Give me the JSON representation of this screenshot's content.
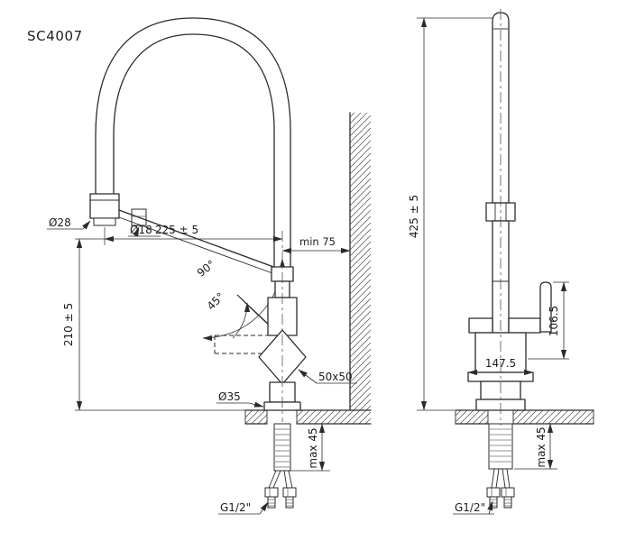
{
  "drawing": {
    "title": "SC4007",
    "colors": {
      "line": "#2b2b2b",
      "text": "#1c1c1c",
      "background": "#ffffff"
    },
    "side_view": {
      "spout_outlet_diameter": "Ø28",
      "spout_tube_diameter": "Ø18",
      "spout_reach": "225 ± 5",
      "wall_clearance": "min 75",
      "swivel_angle_full": "90°",
      "swivel_angle_half": "45°",
      "outlet_height": "210 ± 5",
      "base_diameter": "Ø35",
      "mounting_hole": "50x50",
      "max_counter_thickness": "max 45",
      "connection_thread": "G1/2\""
    },
    "front_view": {
      "total_height": "425 ± 5",
      "handle_height": "106.5",
      "base_width": "147.5",
      "max_counter_thickness": "max 45",
      "connection_thread": "G1/2\""
    }
  }
}
